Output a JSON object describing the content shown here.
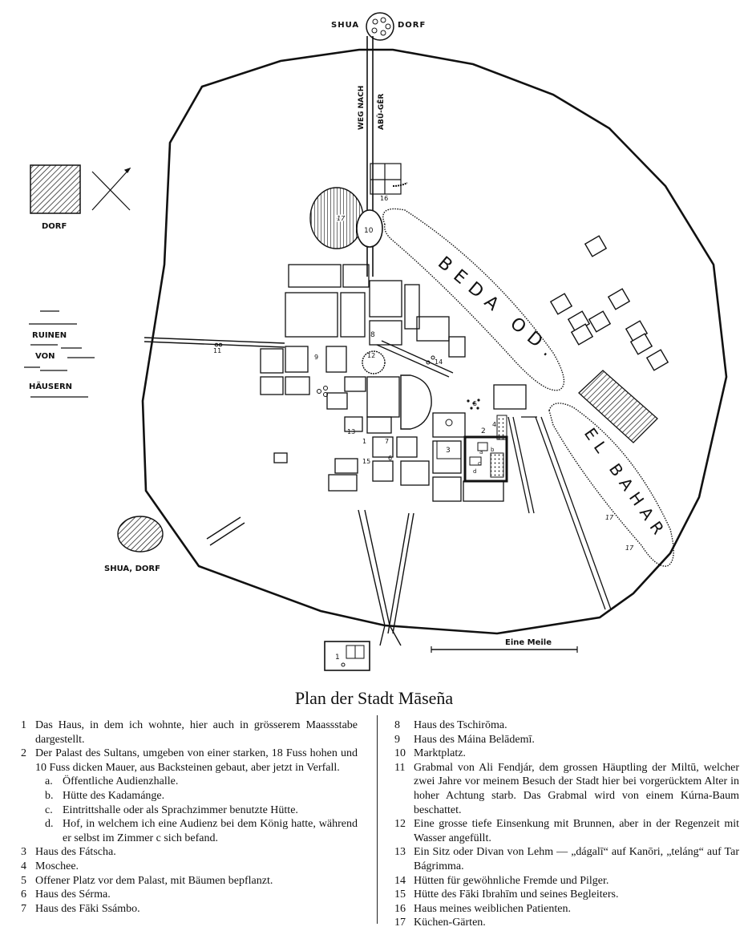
{
  "title": "Plan der Stadt Māseña",
  "map_labels": {
    "shua_dorf_top_left": "SHUA",
    "shua_dorf_top_right": "DORF",
    "weg_nach_1": "WEG NACH",
    "weg_nach_2": "ABŪ-GĒR",
    "dorf": "DORF",
    "ruinen_1": "RUINEN",
    "ruinen_2": "VON",
    "ruinen_3": "HÄUSERN",
    "shua_dorf_bottom": "SHUA, DORF",
    "beda_od": "BEDA OD.",
    "el_bahar": "EL BAHAR",
    "scale": "Eine Meile",
    "n1": "1",
    "n2": "2",
    "n3": "3",
    "n4": "4",
    "n5": "5",
    "n6": "6",
    "n7": "7",
    "n8": "8",
    "n9": "9",
    "n10": "10",
    "n11": "11",
    "n12": "12",
    "n13": "13",
    "n14": "14",
    "n15": "15",
    "n16": "16",
    "n17": "17",
    "la": "a",
    "lb": "b",
    "lc": "c",
    "ld": "d"
  },
  "legend_left": [
    {
      "num": "1",
      "text": "Das Haus, in dem ich wohnte, hier auch in grösserem Maassstabe dargestellt."
    },
    {
      "num": "2",
      "text": "Der Palast des Sultans, umgeben von einer starken, 18 Fuss hohen und 10 Fuss dicken Mauer, aus Backsteinen gebaut, aber jetzt in Verfall."
    },
    {
      "num": "a.",
      "text": "Öffentliche Audienzhalle.",
      "sub": true
    },
    {
      "num": "b.",
      "text": "Hütte des Kadamánge.",
      "sub": true
    },
    {
      "num": "c.",
      "text": "Eintrittshalle oder als Sprachzimmer benutzte Hütte.",
      "sub": true
    },
    {
      "num": "d.",
      "text": "Hof, in welchem ich eine Audienz bei dem König hatte, während er selbst im Zimmer c sich befand.",
      "sub": true
    },
    {
      "num": "3",
      "text": "Haus des Fátscha."
    },
    {
      "num": "4",
      "text": "Moschee."
    },
    {
      "num": "5",
      "text": "Offener Platz vor dem Palast, mit Bäumen bepflanzt."
    },
    {
      "num": "6",
      "text": "Haus des Sérma."
    },
    {
      "num": "7",
      "text": "Haus des Fāki Ssámbo."
    }
  ],
  "legend_right": [
    {
      "num": "8",
      "text": "Haus des Tschirōma."
    },
    {
      "num": "9",
      "text": "Haus des Máina Belādemī."
    },
    {
      "num": "10",
      "text": "Marktplatz."
    },
    {
      "num": "11",
      "text": "Grabmal von Ali Fendjár, dem grossen Häuptling der Miltū, welcher zwei Jahre vor meinem Besuch der Stadt hier bei vorgerücktem Alter in hoher Achtung starb. Das Grabmal wird von einem Kúrna-Baum beschattet."
    },
    {
      "num": "12",
      "text": "Eine grosse tiefe Einsenkung mit Brunnen, aber in der Regenzeit mit Wasser angefüllt."
    },
    {
      "num": "13",
      "text": "Ein Sitz oder Divan von Lehm — „dágalī“ auf Kanōri, „teláng“ auf Tar Bágrimma."
    },
    {
      "num": "14",
      "text": "Hütten für gewöhnliche Fremde und Pilger."
    },
    {
      "num": "15",
      "text": "Hütte des Fāki Ibrahīm und seines Begleiters."
    },
    {
      "num": "16",
      "text": "Haus meines weiblichen Patienten."
    },
    {
      "num": "17",
      "text": "Küchen-Gärten."
    }
  ],
  "colors": {
    "ink": "#111111",
    "paper": "#ffffff"
  }
}
